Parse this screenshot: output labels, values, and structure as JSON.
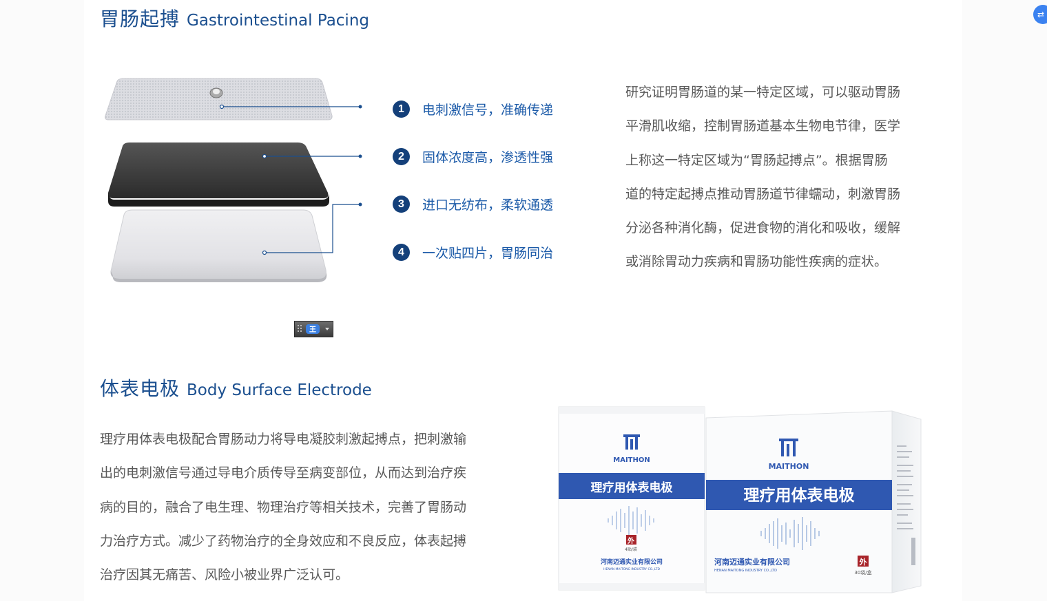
{
  "section1": {
    "title_zh": "胃肠起搏",
    "title_en": "Gastrointestinal Pacing",
    "features": [
      {
        "num": "1",
        "text": "电刺激信号，准确传递"
      },
      {
        "num": "2",
        "text": "固体浓度高，渗透性强"
      },
      {
        "num": "3",
        "text": "进口无纺布，柔软通透"
      },
      {
        "num": "4",
        "text": "一次贴四片，胃肠同治"
      }
    ],
    "description_lines": [
      "研究证明胃肠道的某一特定区域，可以驱动胃肠",
      "平滑肌收缩，控制胃肠道基本生物电节律，医学",
      "上称这一特定区域为“胃肠起搏点”。根据胃肠",
      "道的特定起搏点推动胃肠道节律蠕动，刺激胃肠",
      "分泌各种消化酶，促进食物的消化和吸收，缓解",
      "或消除胃动力疾病和胃肠功能性疾病的症状。"
    ]
  },
  "section2": {
    "title_zh": "体表电极",
    "title_en": "Body Surface Electrode",
    "description_lines": [
      "理疗用体表电极配合胃肠动力将导电凝胶刺激起搏点，把刺激输",
      "出的电刺激信号通过导电介质传导至病变部位，从而达到治疗疾",
      "病的目的，融合了电生理、物理治疗等相关技术，完善了胃肠动",
      "力治疗方式。减少了药物治疗的全身效应和不良反应，体表起搏",
      "治疗因其无痛苦、风险小被业界广泛认可。"
    ]
  },
  "product": {
    "brand": "MAITHON",
    "brand_mark": "®",
    "name": "理疗用体表电极",
    "company": "河南迈通实业有限公司",
    "company_en_pouch": "HENAN MAITONG INDUSTRY CO.,LTD",
    "company_en_box": "HENAN MAITONG INDUSTRY CO.,LTD",
    "external_mark": "外",
    "pouch_qty": "4贴/袋",
    "box_qty": "30袋/盒"
  },
  "colors": {
    "title": "#1b4f8f",
    "feature_text": "#1b5aa8",
    "number_badge": "#14407a",
    "product_band": "#2f58b1",
    "float_button": "#3b82f0"
  },
  "icons": {
    "float_button": "translate-icon",
    "mini_tool": "input-toolbar-icon"
  }
}
